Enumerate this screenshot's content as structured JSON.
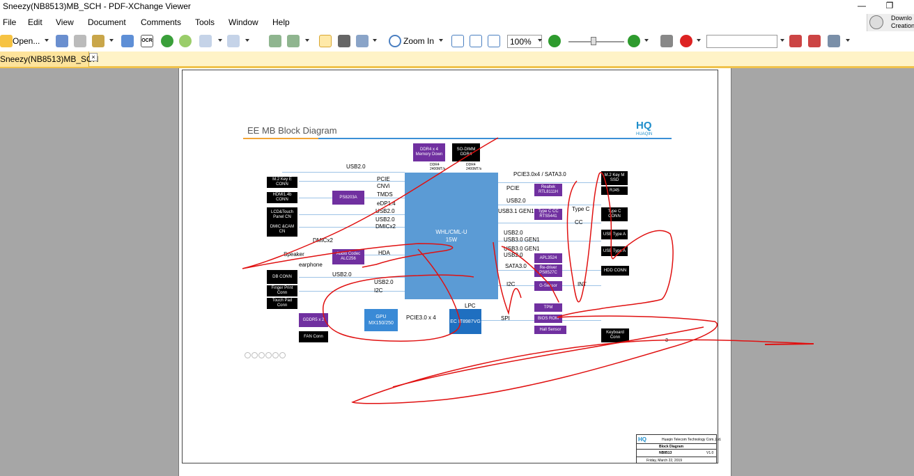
{
  "window": {
    "title": "Sneezy(NB8513)MB_SCH - PDF-XChange Viewer",
    "minimize_glyph": "—",
    "maximize_glyph": "❐",
    "download_line1": "Downlo",
    "download_line2": "Creation"
  },
  "menu": [
    "File",
    "Edit",
    "View",
    "Document",
    "Comments",
    "Tools",
    "Window",
    "Help"
  ],
  "toolbar": {
    "open_label": "Open...",
    "ocr_label": "OCR",
    "zoom_in_label": "Zoom In",
    "zoom_value": "100%",
    "icons": [
      "open-icon",
      "save-icon",
      "print-icon",
      "stamp-icon",
      "ocr-icon",
      "back-icon",
      "forward-icon",
      "undo-icon",
      "redo-icon",
      "rotate-left-icon",
      "rotate-right-icon",
      "hand-tool-icon",
      "snapshot-icon",
      "select-tool-icon",
      "zoom-in-icon",
      "actual-size-icon",
      "fit-page-icon",
      "fit-width-icon",
      "zoom-out-icon",
      "zoom-plus-icon",
      "search-icon",
      "comment-icon",
      "tools-icon"
    ],
    "colors": {
      "zoom_out": "#2e9b2e",
      "zoom_plus": "#2e9b2e",
      "back": "#3a9f3a",
      "forward": "#9acd6a"
    }
  },
  "tab": {
    "label": "Sneezy(NB8513)MB_SCH",
    "close_glyph": "×"
  },
  "diagram": {
    "title": "EE MB Block Diagram",
    "logo": "HQ",
    "logo_sub": "HUAQIN",
    "cpu": [
      "WHL/CML-U",
      "15W"
    ],
    "blocks": {
      "ddr4_mem": "DDR4 x 4 Memory Down",
      "sodimm": "SO-DIMM DDR4",
      "m2_key_e": "M.2 Key E CONN",
      "hdmi": "HDMI1.4b CONN",
      "lcd": "LCD&Touch Panel CN",
      "dmic": "DMIC &CAM CN",
      "ps8203a": "PS8203A",
      "audio": "Audio Codec ALC256",
      "db_conn": "DB CONN",
      "finger": "Finger Print Conn",
      "touchpad": "Touch Pad Conn",
      "gddr5": "GDDR5 x 2",
      "fan": "FAN Conn",
      "gpu": "GPU MX150/250",
      "ec": "EC IT8987VG",
      "m2_key_m": "M.2 Key M SSD",
      "rj45": "RJ45",
      "realtek": "Realtek RTL8111H",
      "typec_cc": "Type C CC RTS5441",
      "typec_conn": "Type C CONN",
      "usb_typea_1": "USB Type A",
      "usb_typea_2": "USB Type A",
      "apl": "APL3524",
      "redriver": "Re-driver PS8527C",
      "hdd": "HDD CONN",
      "gsensor": "G-Sensor",
      "tpm": "TPM",
      "bios": "BIOS ROM",
      "hall": "Hall Sensor",
      "keyboard": "Keyboard Conn"
    },
    "signals": {
      "ddr4_left": "DDR4 2400MT/s",
      "ddr4_right": "DDR4 2400MT/s",
      "usb20_top": "USB2.0",
      "pcie": "PCIE",
      "cnvi": "CNVi",
      "tmds": "TMDS",
      "edp": "eDP1.4",
      "usb20_a": "USB2.0",
      "usb20_b": "USB2.0",
      "dmicx2_a": "DMICx2",
      "dmicx2_b": "DMICx2",
      "speaker": "Speaker",
      "hda": "HDA",
      "earphone": "earphone",
      "usb20_c": "USB2.0",
      "usb20_d": "USB2.0",
      "i2c_left": "I2C",
      "pcie3x4": "PCIE3.0 x 4",
      "lpc": "LPC",
      "pcie_sata": "PCIE3.0x4 / SATA3.0",
      "pcie_r": "PCIE",
      "usb20_r1": "USB2.0",
      "usb31": "USB3.1 GEN1",
      "typec": "Type C",
      "cc": "CC",
      "usb20_r2": "USB2.0",
      "usb30_a": "USB3.0 GEN1",
      "usb30_b": "USB3.0 GEN1",
      "usb20_r3": "USB2.0",
      "sata30": "SATA3.0",
      "i2c_right": "I2C",
      "int": "INT",
      "spi": "SPI"
    },
    "page_number": "3",
    "title_block": {
      "company": "Huaqin Telecom Technology Com.,Ltd.",
      "doc_title": "Block Diagram",
      "project": "NB8513",
      "rev": "V1.0",
      "date": "Friday, March 22, 2019"
    }
  }
}
